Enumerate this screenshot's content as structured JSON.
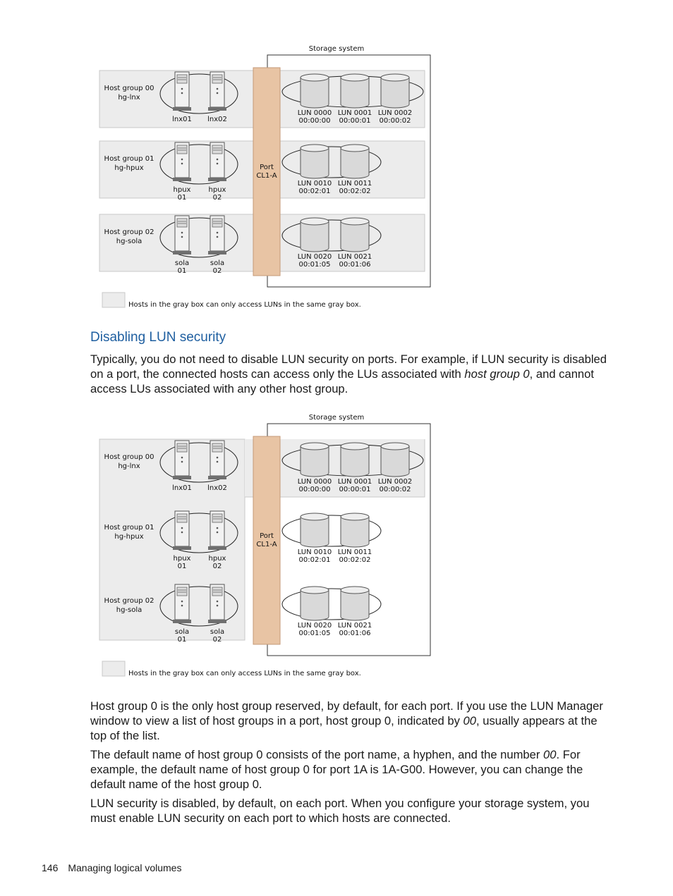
{
  "diagram1": {
    "storage_label": "Storage system",
    "port_label": [
      "Port",
      "CL1-A"
    ],
    "groups": [
      {
        "name": [
          "Host group 00",
          "hg-lnx"
        ],
        "hosts": [
          [
            "lnx01"
          ],
          [
            "lnx02"
          ]
        ],
        "luns": [
          [
            "LUN 0000",
            "00:00:00"
          ],
          [
            "LUN 0001",
            "00:00:01"
          ],
          [
            "LUN 0002",
            "00:00:02"
          ]
        ]
      },
      {
        "name": [
          "Host group 01",
          "hg-hpux"
        ],
        "hosts": [
          [
            "hpux",
            "01"
          ],
          [
            "hpux",
            "02"
          ]
        ],
        "luns": [
          [
            "LUN 0010",
            "00:02:01"
          ],
          [
            "LUN 0011",
            "00:02:02"
          ]
        ]
      },
      {
        "name": [
          "Host group 02",
          "hg-sola"
        ],
        "hosts": [
          [
            "sola",
            "01"
          ],
          [
            "sola",
            "02"
          ]
        ],
        "luns": [
          [
            "LUN 0020",
            "00:01:05"
          ],
          [
            "LUN 0021",
            "00:01:06"
          ]
        ]
      }
    ],
    "legend": "Hosts in the gray box can only access LUNs in the same gray box."
  },
  "diagram2": {
    "storage_label": "Storage system",
    "port_label": [
      "Port",
      "CL1-A"
    ],
    "groups": [
      {
        "name": [
          "Host group 00",
          "hg-lnx"
        ],
        "hosts": [
          [
            "lnx01"
          ],
          [
            "lnx02"
          ]
        ],
        "luns": [
          [
            "LUN 0000",
            "00:00:00"
          ],
          [
            "LUN 0001",
            "00:00:01"
          ],
          [
            "LUN 0002",
            "00:00:02"
          ]
        ]
      },
      {
        "name": [
          "Host group 01",
          "hg-hpux"
        ],
        "hosts": [
          [
            "hpux",
            "01"
          ],
          [
            "hpux",
            "02"
          ]
        ],
        "luns": [
          [
            "LUN 0010",
            "00:02:01"
          ],
          [
            "LUN 0011",
            "00:02:02"
          ]
        ]
      },
      {
        "name": [
          "Host group 02",
          "hg-sola"
        ],
        "hosts": [
          [
            "sola",
            "01"
          ],
          [
            "sola",
            "02"
          ]
        ],
        "luns": [
          [
            "LUN 0020",
            "00:01:05"
          ],
          [
            "LUN 0021",
            "00:01:06"
          ]
        ]
      }
    ],
    "legend": "Hosts in the gray box can only access LUNs in the same gray box."
  },
  "section_title": "Disabling LUN security",
  "para1": {
    "a": "Typically, you do not need to disable LUN security on ports. For example, if LUN security is disabled on a port, the connected hosts can access only the LUs associated with ",
    "em": "host group 0",
    "b": ", and cannot access LUs associated with any other host group."
  },
  "para2": {
    "a": "Host group 0 is the only host group reserved, by default, for each port. If you use the LUN Manager window to view a list of host groups in a port, host group 0, indicated by ",
    "em": "00",
    "b": ", usually appears at the top of the list."
  },
  "para3": {
    "a": "The default name of host group 0 consists of the port name, a hyphen, and the number ",
    "em": "00",
    "b": ". For example, the default name of host group 0 for port 1A is 1A-G00. However, you can change the default name of the host group 0."
  },
  "para4": "LUN security is disabled, by default, on each port. When you configure your storage system, you must enable LUN security on each port to which hosts are connected.",
  "footer": {
    "page_number": "146",
    "chapter": "Managing logical volumes"
  },
  "colors": {
    "heading": "#1f5fa0",
    "port": "#e8c4a4",
    "gray_box": "#ececec"
  }
}
